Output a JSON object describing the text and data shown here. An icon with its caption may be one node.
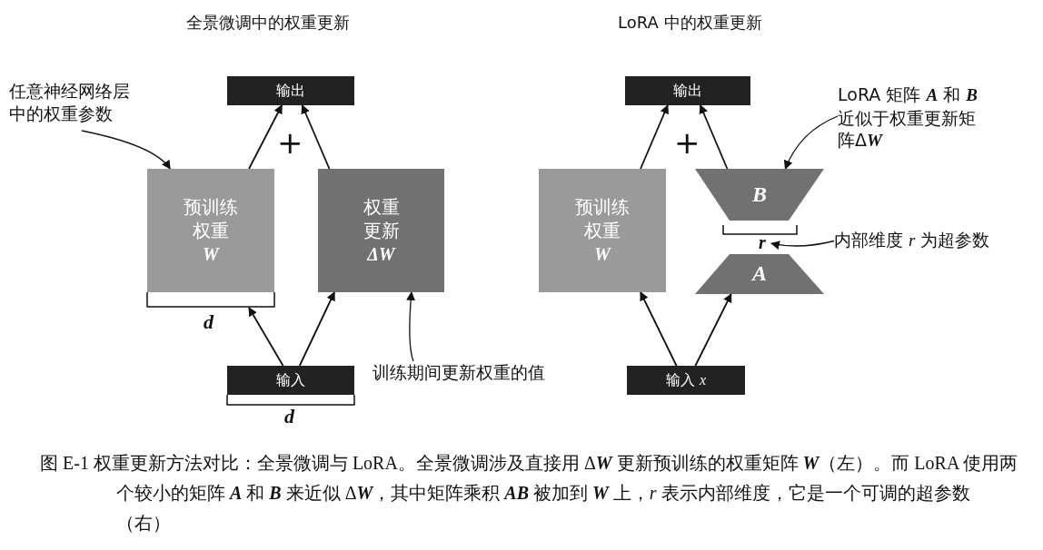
{
  "diagram": {
    "caption": "图 E-1 权重更新方法对比：全景微调与 LoRA。全景微调涉及直接用 Δ**W** 更新预训练的权重矩阵 **W**（左）。而 LoRA 使用两个较小的矩阵 **A** 和 **B** 来近似 Δ**W**，其中矩阵乘积 **AB** 被加到 **W** 上，*r* 表示内部维度，它是一个可调的超参数（右）",
    "nodes": [
      {
        "text": [
          "输出"
        ]
      },
      {
        "text": [
          "预训练权重",
          "W"
        ]
      },
      {
        "text": [
          "权重更新",
          "ΔW"
        ]
      },
      {
        "text": [
          "输入"
        ]
      },
      {
        "text": [
          "任意神经网络层中的权重参数"
        ]
      },
      {
        "text": [
          "训练期间更新权重的值"
        ]
      },
      {
        "text": [
          "输出"
        ]
      },
      {
        "text": [
          "预训练权重",
          "W"
        ]
      },
      {
        "text": [
          "B"
        ]
      },
      {
        "text": [
          "A"
        ]
      },
      {
        "text": [
          "输入 *x*"
        ]
      },
      {
        "text": [
          "LoRA 矩阵 **A** 和 **B** 近似于权重更新矩阵Δ**W**"
        ]
      },
      {
        "text": [
          "内部维度 *r* 为超参数"
        ]
      },
      {
        "text": [
          "r"
        ]
      }
    ],
    "edges": [
      {
        "from": 1,
        "to": 0,
        "arrow": "to"
      },
      {
        "from": 2,
        "to": 0,
        "arrow": "to"
      },
      {
        "from": 3,
        "to": 1,
        "arrow": "to"
      },
      {
        "from": 3,
        "to": 2,
        "arrow": "to"
      },
      {
        "from": 4,
        "to": 1,
        "arrow": "to"
      },
      {
        "from": 5,
        "to": 2,
        "arrow": "to"
      },
      {
        "from": 7,
        "to": 6,
        "arrow": "to"
      },
      {
        "from": 8,
        "to": 6,
        "arrow": "to"
      },
      {
        "from": 10,
        "to": 7,
        "arrow": "to"
      },
      {
        "from": 10,
        "to": 9,
        "arrow": "to"
      },
      {
        "from": 11,
        "to": 8,
        "arrow": "to"
      },
      {
        "from": 12,
        "to": 13,
        "arrow": "to"
      }
    ],
    "labels": [
      "全景微调中的权重更新",
      "LoRA 中的权重更新",
      "+",
      "+",
      "d",
      "d"
    ]
  }
}
